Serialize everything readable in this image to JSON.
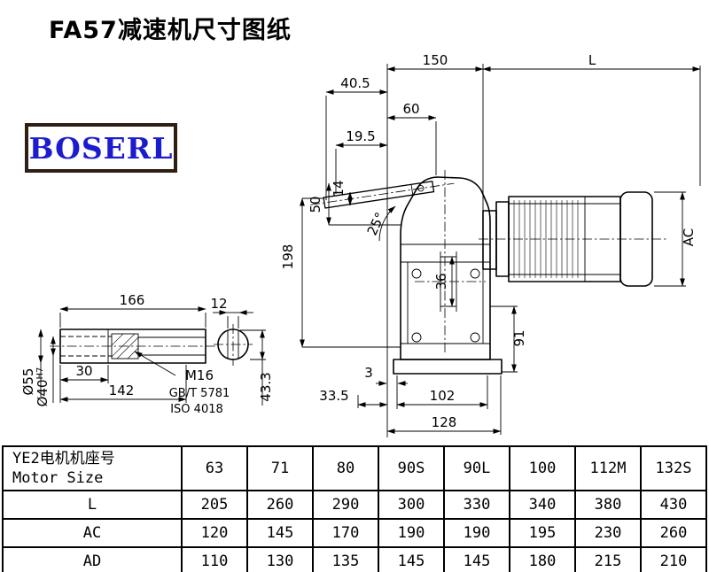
{
  "page": {
    "title": "FA57减速机尺寸图纸",
    "brand": "BOSERL"
  },
  "drawing": {
    "labels": {
      "top_width": "150",
      "motor_length": "L",
      "d40_5": "40.5",
      "d60": "60",
      "d19_5": "19.5",
      "d14": "14",
      "d50": "50",
      "angle": "25°",
      "d198": "198",
      "d36": "36",
      "ac": "AC",
      "d91": "91",
      "d3": "3",
      "d33_5": "33.5",
      "d102": "102",
      "d128": "128",
      "d166": "166",
      "d12": "12",
      "d30": "30",
      "d142": "142",
      "d55": "Ø55",
      "d40": "Ø40",
      "d40_tol": "H7",
      "thread": "M16",
      "std1": "GB/T 5781",
      "std2": "ISO 4018",
      "d43_3": "43.3"
    }
  },
  "table": {
    "header_cn": "YE2电机机座号",
    "header_en": "Motor Size",
    "sizes": [
      "63",
      "71",
      "80",
      "90S",
      "90L",
      "100",
      "112M",
      "132S"
    ],
    "rows": [
      {
        "label": "L",
        "values": [
          "205",
          "260",
          "290",
          "300",
          "330",
          "340",
          "380",
          "430"
        ]
      },
      {
        "label": "AC",
        "values": [
          "120",
          "145",
          "170",
          "190",
          "190",
          "195",
          "230",
          "260"
        ]
      },
      {
        "label": "AD",
        "values": [
          "110",
          "130",
          "135",
          "145",
          "145",
          "180",
          "215",
          "210"
        ]
      }
    ]
  }
}
